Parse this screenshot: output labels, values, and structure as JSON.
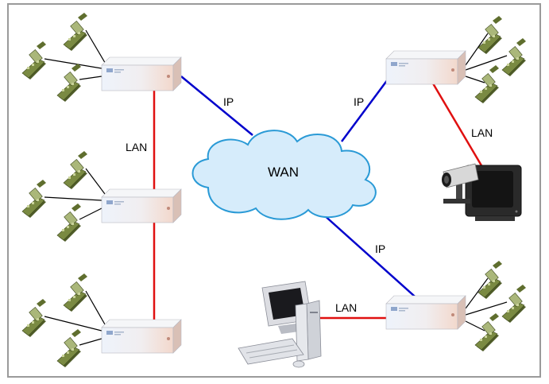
{
  "labels": {
    "wan": "WAN",
    "lan": "LAN",
    "ip": "IP"
  },
  "colors": {
    "wan_link": "#0000cc",
    "lan_link": "#e01010",
    "phone_wire": "#000000",
    "cloud_fill": "#d6ecfb",
    "cloud_stroke": "#2a9ad6",
    "frame": "#9a9a9a",
    "phone": "#6f7f3a"
  },
  "icons": {
    "server": "gateway-box-icon",
    "phone": "ip-phone-icon",
    "computer": "desktop-computer-icon",
    "camera": "video-camera-icon",
    "monitor": "tv-monitor-icon",
    "cloud": "wan-cloud-icon"
  }
}
